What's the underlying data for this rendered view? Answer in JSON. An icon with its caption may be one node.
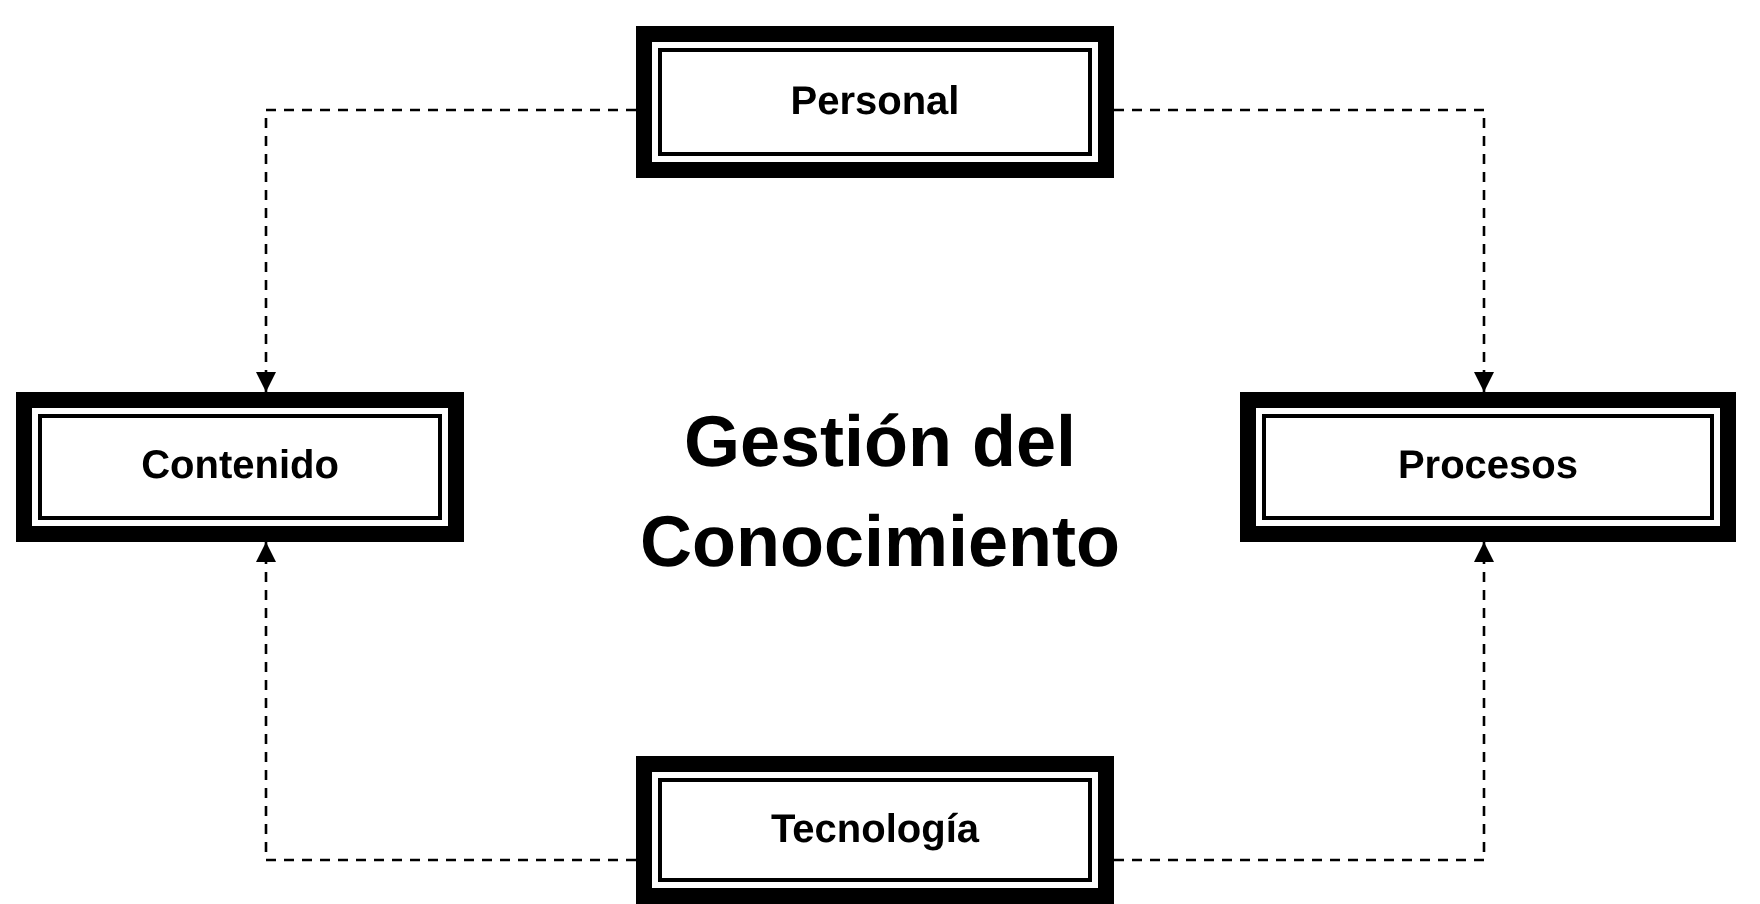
{
  "diagram": {
    "nodes": [
      {
        "text": [
          "Personal"
        ]
      },
      {
        "text": [
          "Contenido"
        ]
      },
      {
        "text": [
          "Procesos"
        ]
      },
      {
        "text": [
          "Tecnología"
        ]
      }
    ],
    "edges": [
      {
        "from": 0,
        "to": 1,
        "arrow": "to",
        "style": "dashed"
      },
      {
        "from": 0,
        "to": 2,
        "arrow": "to",
        "style": "dashed"
      },
      {
        "from": 3,
        "to": 1,
        "arrow": "to",
        "style": "dashed"
      },
      {
        "from": 3,
        "to": 2,
        "arrow": "to",
        "style": "dashed"
      }
    ],
    "labels": [
      "Gestión del Conocimiento"
    ]
  }
}
